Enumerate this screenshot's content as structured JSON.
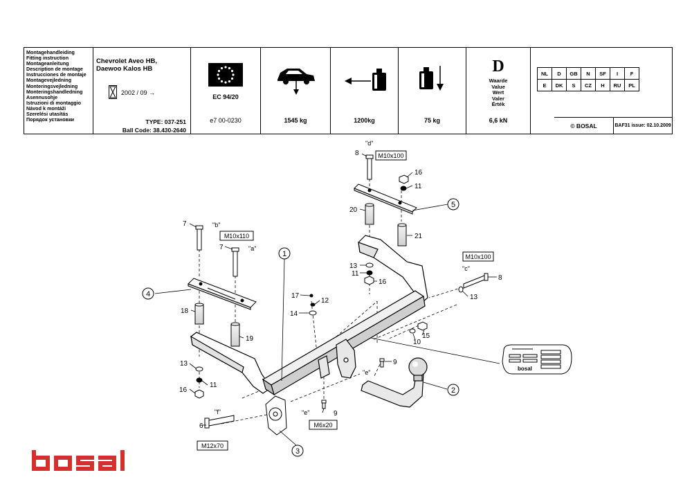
{
  "header": {
    "languages": [
      "Montagehandleiding",
      "Fitting instruction",
      "Montageanleitung",
      "Description de montage",
      "Instrucciones de montaje",
      "Montagevejledning",
      "Monteringsvejledning",
      "Monteringshandledning",
      "Asennusohje",
      "Istruzioni di montaggio",
      "Návod k montáži",
      "Szerelési utasítás",
      "Порядок установки"
    ],
    "vehicle_line1": "Chevrolet Aveo HB,",
    "vehicle_line2": "Daewoo Kalos HB",
    "date": "2002 / 09 →",
    "type": "TYPE: 037-251",
    "ball_code": "Ball Code: 38.430-2640",
    "ec": "EC 94/20",
    "approval": "e7   00-0230",
    "weight_vehicle": "1545  kg",
    "towing_capacity": "1200kg",
    "vertical_load": "75 kg",
    "d_letter": "D",
    "d_labels": [
      "Waarde",
      "Value",
      "Wert",
      "Valer",
      "Érték"
    ],
    "d_value": "6,6 kN",
    "countries_row1": [
      "NL",
      "D",
      "GB",
      "N",
      "SF",
      "I",
      "F"
    ],
    "countries_row2": [
      "E",
      "DK",
      "S",
      "CZ",
      "H",
      "RU",
      "PL"
    ],
    "copyright": "© BOSAL",
    "issue": "BAF31 issue: 02.10.2009"
  },
  "callouts": {
    "c1": "1",
    "c2": "2",
    "c3": "3",
    "c4": "4",
    "c5": "5"
  },
  "parts": {
    "p6": "6",
    "p7a": "7",
    "p7b": "7",
    "p8a": "8",
    "p8b": "8",
    "p9a": "9",
    "p9b": "9",
    "p10": "10",
    "p11a": "11",
    "p11b": "11",
    "p11c": "11",
    "p12": "12",
    "p13a": "13",
    "p13b": "13",
    "p13c": "13",
    "p14": "14",
    "p15": "15",
    "p16a": "16",
    "p16b": "16",
    "p16c": "16",
    "p17": "17",
    "p18": "18",
    "p19": "19",
    "p20": "20",
    "p21": "21"
  },
  "letters": {
    "a": "\"a\"",
    "b": "\"b\"",
    "c": "\"c\"",
    "d": "\"d\"",
    "e1": "\"e\"",
    "e2": "\"e\"",
    "f": "\"f\""
  },
  "bolt_specs": {
    "m10x100_top": "M10x100",
    "m10x110": "M10x110",
    "m10x100_right": "M10x100",
    "m6x20": "M6x20",
    "m12x70": "M12x70"
  },
  "brand": "bosal",
  "plate_brand": "bosal",
  "colors": {
    "brand_red": "#d6302e",
    "eu_blue": "#000000"
  }
}
